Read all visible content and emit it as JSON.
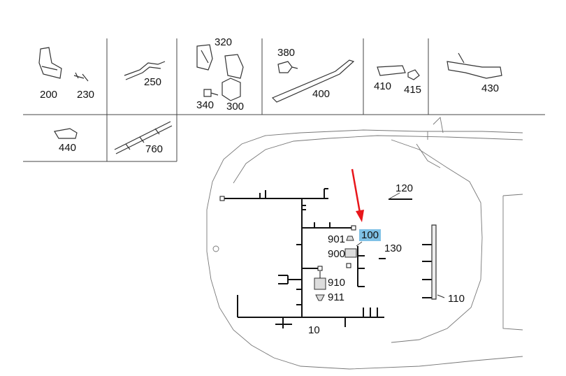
{
  "parts_table": {
    "row1": [
      {
        "id": "200"
      },
      {
        "id": "230"
      },
      {
        "id": "250"
      },
      {
        "id": "320"
      },
      {
        "id": "340"
      },
      {
        "id": "300"
      },
      {
        "id": "380"
      },
      {
        "id": "400"
      },
      {
        "id": "410"
      },
      {
        "id": "415"
      },
      {
        "id": "430"
      }
    ],
    "row2": [
      {
        "id": "440"
      },
      {
        "id": "760"
      }
    ]
  },
  "diagram": {
    "labels": {
      "l120": "120",
      "l100": "100",
      "l130": "130",
      "l901": "901",
      "l900": "900",
      "l910": "910",
      "l911": "911",
      "l110": "110",
      "l10": "10"
    },
    "highlight_color": "#7fc1e6",
    "arrow_color": "#e8161b"
  }
}
